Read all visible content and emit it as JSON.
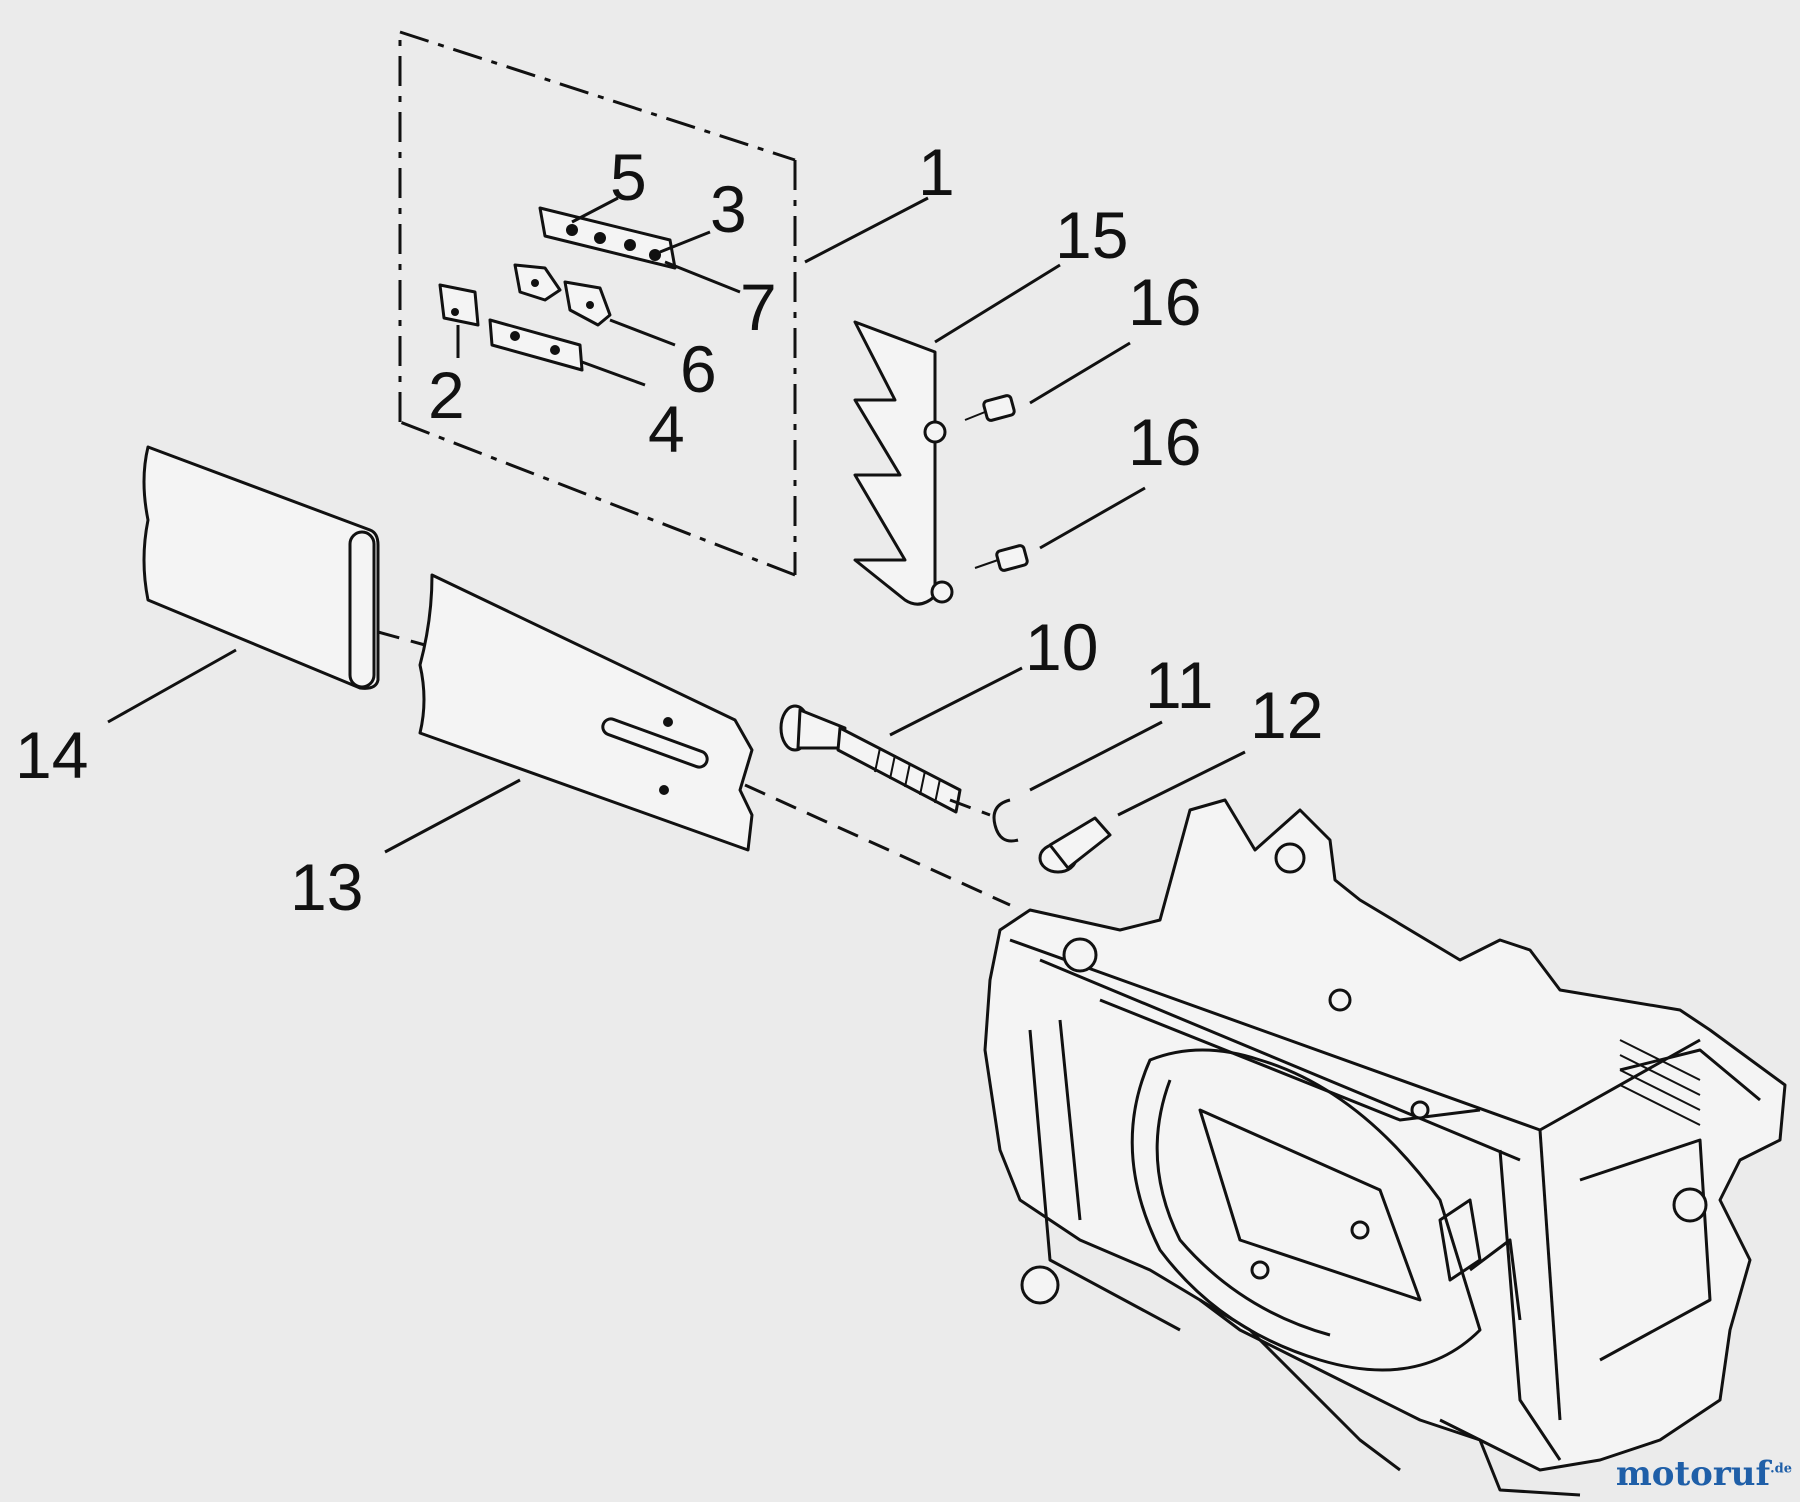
{
  "callouts": {
    "c1": "1",
    "c2": "2",
    "c3": "3",
    "c4": "4",
    "c5": "5",
    "c6": "6",
    "c7": "7",
    "c10": "10",
    "c11": "11",
    "c12": "12",
    "c13": "13",
    "c14": "14",
    "c15": "15",
    "c16a": "16",
    "c16b": "16"
  },
  "watermark": {
    "name": "motoruf",
    "suffix": ".de"
  },
  "colors": {
    "ink": "#111111",
    "background": "#ebebeb",
    "watermark": "#1f5fa8"
  }
}
